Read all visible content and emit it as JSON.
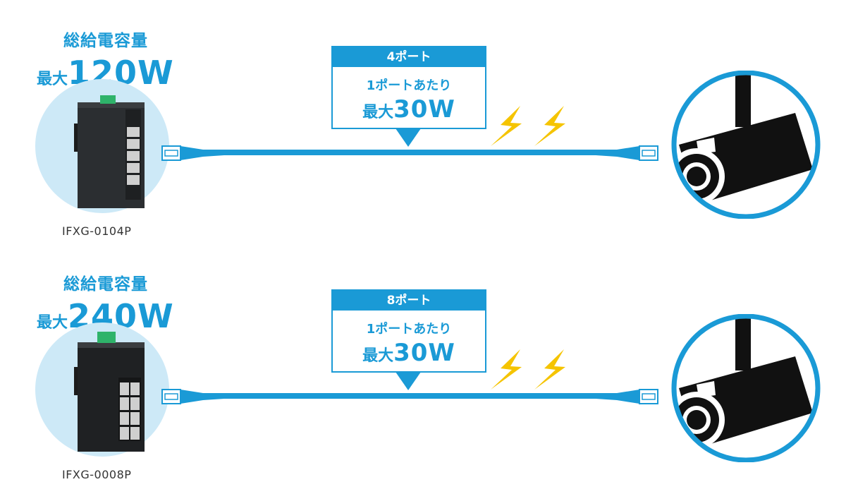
{
  "rows": [
    {
      "total_label": "総給電容量",
      "max_prefix": "最大",
      "max_value": "120W",
      "model": "IFXG-0104P",
      "callout": {
        "ports": "4ポート",
        "per_port": "1ポートあたり",
        "max_prefix": "最大",
        "max_value": "30W"
      }
    },
    {
      "total_label": "総給電容量",
      "max_prefix": "最大",
      "max_value": "240W",
      "model": "IFXG-0008P",
      "callout": {
        "ports": "8ポート",
        "per_port": "1ポートあたり",
        "max_prefix": "最大",
        "max_value": "30W"
      }
    }
  ],
  "colors": {
    "accent": "#1a9ad6",
    "bubble": "#cde9f7",
    "bolt": "#f5c400",
    "camera": "#111111"
  },
  "icons": [
    "poe-switch-icon",
    "lan-plug-icon",
    "lightning-bolt-icon",
    "security-camera-icon"
  ]
}
